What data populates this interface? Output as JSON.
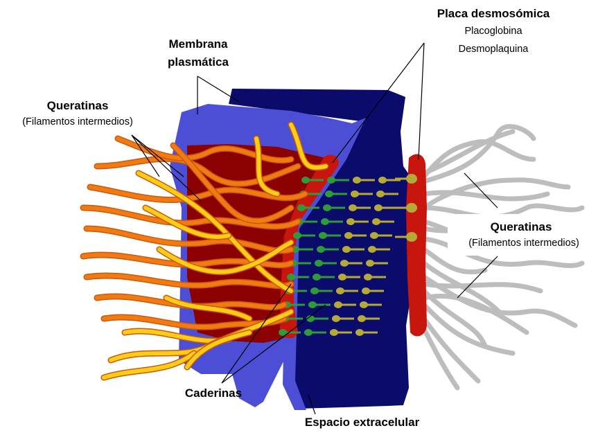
{
  "labels": {
    "placa_title": "Placa desmosómica",
    "placa_item1": "Placoglobina",
    "placa_item2": "Desmoplaquina",
    "membrana_line1": "Membrana",
    "membrana_line2": "plasmática",
    "queratinas_left_title": "Queratinas",
    "queratinas_left_sub": "(Filamentos intermedios)",
    "queratinas_right_title": "Queratinas",
    "queratinas_right_sub": "(Filamentos intermedios)",
    "caderinas": "Caderinas",
    "espacio": "Espacio extracelular"
  },
  "colors": {
    "membrane_light": "#4c4fd6",
    "membrane_dark": "#0b0b6b",
    "plaque_red": "#c8160f",
    "plaque_dark_red": "#8b0000",
    "keratin_orange": "#f27a14",
    "keratin_yellow": "#ffcc1a",
    "keratin_gray": "#bdbdbd",
    "cadherin_green": "#2f9a3a",
    "cadherin_olive": "#b5a938"
  }
}
